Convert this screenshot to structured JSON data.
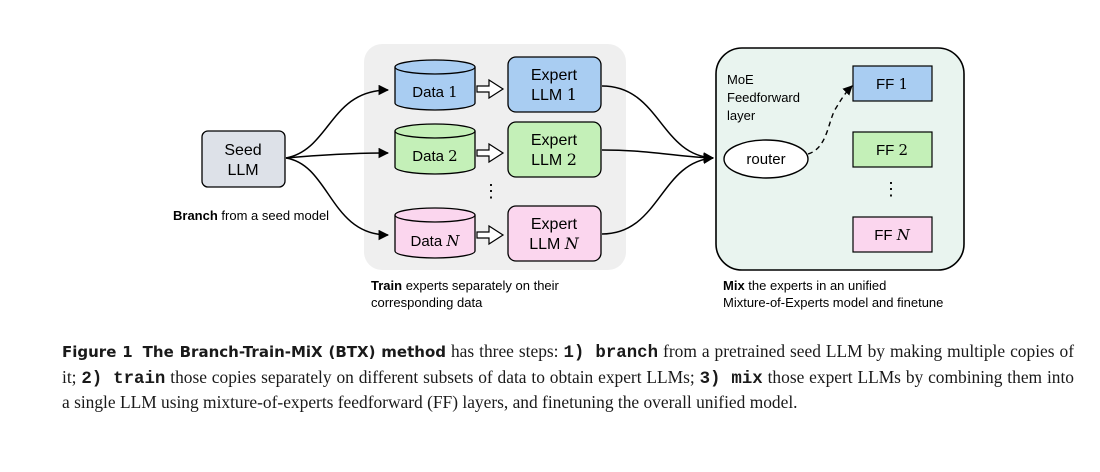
{
  "diagram": {
    "seed": {
      "line1": "Seed",
      "line2": "LLM"
    },
    "branch_caption": {
      "bold": "Branch",
      "rest": " from a seed model"
    },
    "data_items": [
      {
        "word": "Data",
        "index": "1"
      },
      {
        "word": "Data",
        "index": "2"
      },
      {
        "word": "Data",
        "index": "N"
      }
    ],
    "experts": [
      {
        "line1": "Expert",
        "line2_word": "LLM",
        "line2_index": "1"
      },
      {
        "line1": "Expert",
        "line2_word": "LLM",
        "line2_index": "2"
      },
      {
        "line1": "Expert",
        "line2_word": "LLM",
        "line2_index": "N"
      }
    ],
    "train_caption": {
      "bold": "Train",
      "rest1": " experts separately on their",
      "line2": "corresponding data"
    },
    "moe": {
      "line1": "MoE",
      "line2": "Feedforward",
      "line3": "layer"
    },
    "router": "router",
    "ff_items": [
      {
        "word": "FF",
        "index": "1"
      },
      {
        "word": "FF",
        "index": "2"
      },
      {
        "word": "FF",
        "index": "N"
      }
    ],
    "ellipsis": "⋮",
    "mix_caption": {
      "bold": "Mix",
      "rest1": " the experts in an unified",
      "line2": "Mixture-of-Experts model and finetune"
    },
    "colors": {
      "seed_fill": "#dde1e8",
      "data1_fill": "#a9cdf2",
      "data2_fill": "#c4f0b8",
      "dataN_fill": "#fbd6ee",
      "train_panel": "#efefef",
      "moe_panel": "#e9f4ef",
      "ff1_fill": "#a9cdf2",
      "ff2_fill": "#c4f0b8",
      "ffN_fill": "#fbd6ee"
    }
  },
  "caption": {
    "figure_label": "Figure 1",
    "title": "The Branch-Train-MiX (BTX) method",
    "t1": " has three steps: ",
    "s1": "1) branch",
    "t2": " from a pretrained seed LLM by making multiple copies of it; ",
    "s2": "2) train",
    "t3": " those copies separately on different subsets of data to obtain expert LLMs; ",
    "s3": "3) mix",
    "t4": " those expert LLMs by combining them into a single LLM using mixture-of-experts feedforward (FF) layers, and finetuning the overall unified model."
  }
}
